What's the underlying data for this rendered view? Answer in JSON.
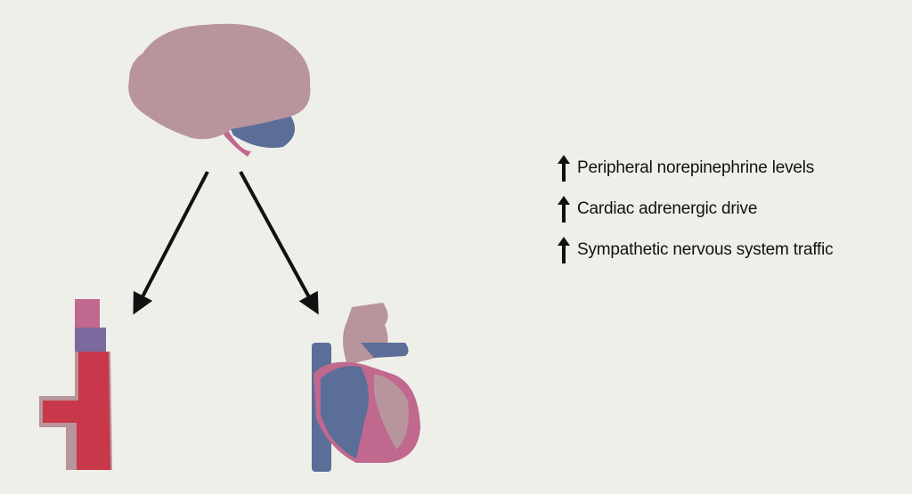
{
  "colors": {
    "background": "#efefea",
    "brain": "#b8949c",
    "cerebellum": "#5a6e98",
    "vein": "#5a6e98",
    "artery": "#c8384a",
    "myocardium": "#c0688e",
    "arrow": "#111111"
  },
  "effects": [
    {
      "icon": "arrow-up-icon",
      "label": "Peripheral norepinephrine levels"
    },
    {
      "icon": "arrow-up-icon",
      "label": "Cardiac adrenergic drive"
    },
    {
      "icon": "arrow-up-icon",
      "label": "Sympathetic nervous system traffic"
    }
  ]
}
